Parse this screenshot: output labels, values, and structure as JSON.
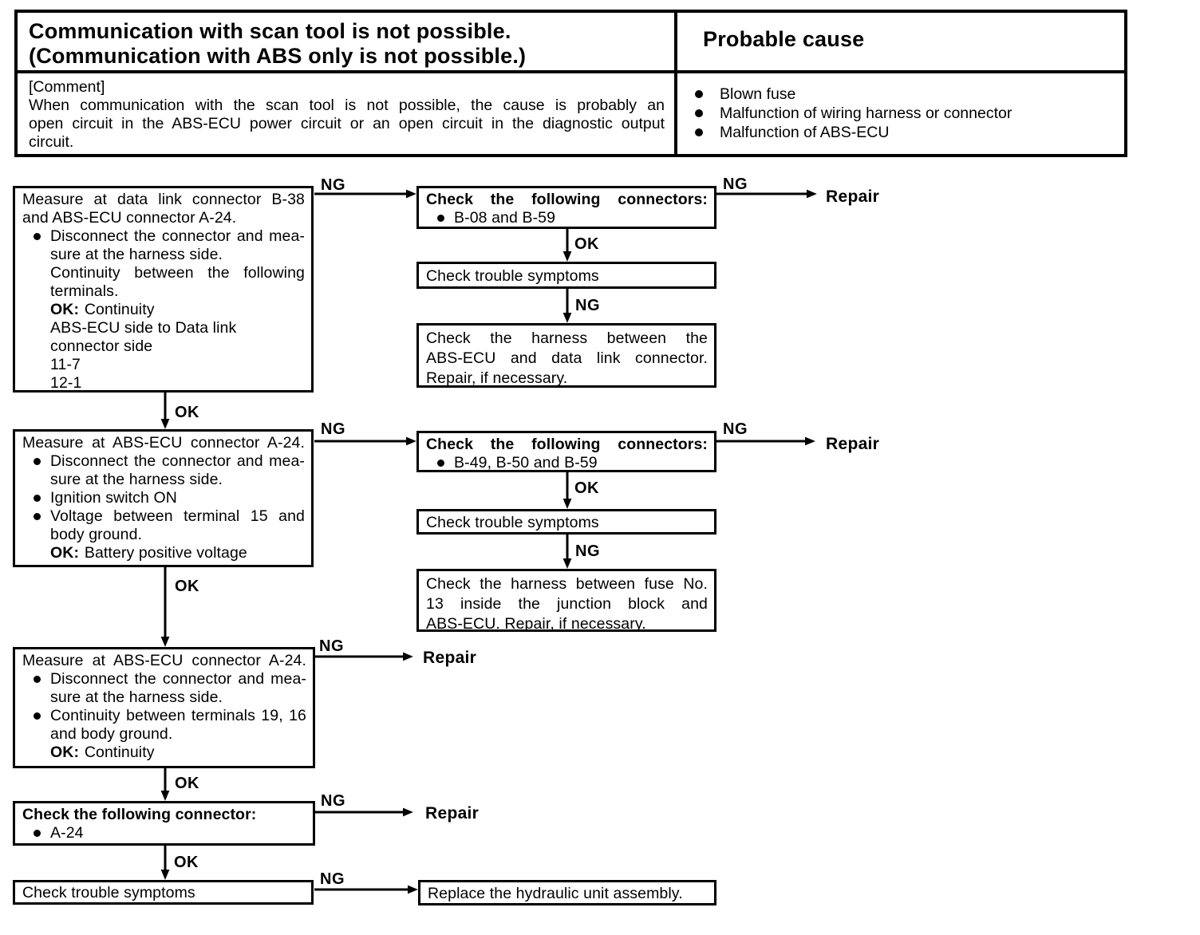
{
  "table": {
    "title_lines": [
      "Communication with scan tool is not possible.",
      "(Communication with ABS only is not possible.)"
    ],
    "probable_cause_title": "Probable cause",
    "comment_label": "[Comment]",
    "comment_lines": [
      "When communication with the scan tool is not possible, the cause is probably an",
      "open circuit in the ABS-ECU power circuit or an open circuit in the diagnostic output",
      "circuit."
    ],
    "probable_causes": [
      "Blown fuse",
      "Malfunction of wiring harness or connector",
      "Malfunction of ABS-ECU"
    ]
  },
  "labels": {
    "ng": "NG",
    "ok": "OK",
    "repair": "Repair"
  },
  "flow": {
    "step1": {
      "title_lines": [
        "Measure at data link connector B-38",
        "and ABS-ECU connector A-24."
      ],
      "bullet1_lines": [
        "Disconnect the connector and mea-",
        "sure at the harness side.",
        "Continuity between the following",
        "terminals."
      ],
      "ok_label": "OK:",
      "ok_text": "Continuity",
      "detail_lines": [
        "ABS-ECU side to Data link",
        "connector side",
        "11-7",
        "12-1"
      ]
    },
    "check_connectors_1": {
      "title": "Check the following connectors:",
      "bullet": "B-08 and B-59"
    },
    "check_trouble_1": {
      "text": "Check trouble symptoms"
    },
    "harness_datalink": {
      "lines": [
        "Check the harness between the",
        "ABS-ECU and data link connector.",
        "Repair, if necessary."
      ]
    },
    "step2": {
      "title": "Measure at ABS-ECU connector A-24.",
      "bullet1_lines": [
        "Disconnect the connector and mea-",
        "sure at the harness side."
      ],
      "bullet2": "Ignition switch ON",
      "bullet3_lines": [
        "Voltage between terminal 15 and",
        "body ground."
      ],
      "ok_label": "OK:",
      "ok_text": "Battery positive voltage"
    },
    "check_connectors_2": {
      "title": "Check the following connectors:",
      "bullet": "B-49, B-50 and B-59"
    },
    "check_trouble_2": {
      "text": "Check trouble symptoms"
    },
    "harness_fuse": {
      "lines": [
        "Check the harness between fuse No.",
        "13 inside the junction block and",
        "ABS-ECU. Repair, if necessary."
      ]
    },
    "step3": {
      "title": "Measure at ABS-ECU connector A-24.",
      "bullet1_lines": [
        "Disconnect the connector and mea-",
        "sure at the harness side."
      ],
      "bullet2_lines": [
        "Continuity between terminals 19, 16",
        "and body ground."
      ],
      "ok_label": "OK:",
      "ok_text": "Continuity"
    },
    "check_connector_3": {
      "title": "Check the following connector:",
      "bullet": "A-24"
    },
    "check_trouble_3": {
      "text": "Check trouble symptoms"
    },
    "replace_unit": {
      "text": "Replace the hydraulic unit assembly."
    }
  }
}
